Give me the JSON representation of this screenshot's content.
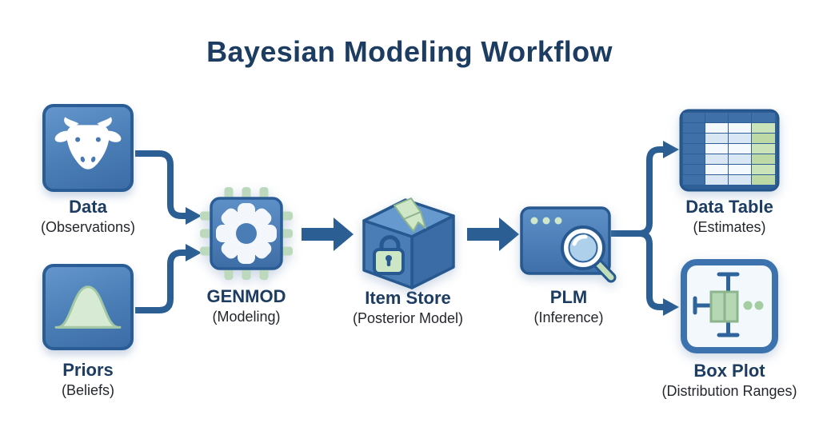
{
  "title": "Bayesian Modeling Workflow",
  "colors": {
    "navy_text": "#1d3c61",
    "node_blue": "#4a7db5",
    "node_border": "#2a5c96",
    "connector_blue": "#2b5f94",
    "accent_green": "#c9e2c4",
    "canvas_bg": "#ffffff"
  },
  "nodes": [
    {
      "id": "data",
      "label": "Data",
      "sublabel": "(Observations)",
      "icon": "cow-icon"
    },
    {
      "id": "priors",
      "label": "Priors",
      "sublabel": "(Beliefs)",
      "icon": "bell-curve-icon"
    },
    {
      "id": "genmod",
      "label": "GENMOD",
      "sublabel": "(Modeling)",
      "icon": "chip-gear-icon"
    },
    {
      "id": "item_store",
      "label": "Item Store",
      "sublabel": "(Posterior Model)",
      "icon": "package-lock-icon"
    },
    {
      "id": "plm",
      "label": "PLM",
      "sublabel": "(Inference)",
      "icon": "window-magnifier-icon"
    },
    {
      "id": "data_table",
      "label": "Data Table",
      "sublabel": "(Estimates)",
      "icon": "table-icon"
    },
    {
      "id": "box_plot",
      "label": "Box Plot",
      "sublabel": "(Distribution Ranges)",
      "icon": "box-plot-icon"
    }
  ],
  "edges": [
    {
      "from": "Data",
      "to": "GENMOD"
    },
    {
      "from": "Priors",
      "to": "GENMOD"
    },
    {
      "from": "GENMOD",
      "to": "Item Store"
    },
    {
      "from": "Item Store",
      "to": "PLM"
    },
    {
      "from": "PLM",
      "to": "Data Table"
    },
    {
      "from": "PLM",
      "to": "Box Plot"
    }
  ]
}
